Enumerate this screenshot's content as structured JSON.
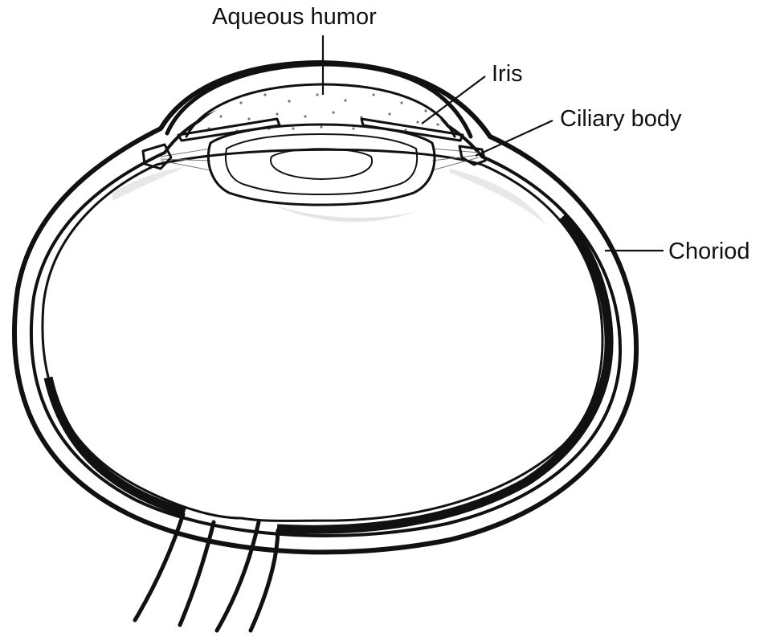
{
  "labels": {
    "aqueous_humor": "Aqueous humor",
    "iris": "Iris",
    "ciliary_body": "Ciliary body",
    "choroid": "Choriod"
  },
  "colors": {
    "ink": "#111111",
    "vitreous_fill": "#c9c9c9",
    "highlight": "#e2e2e2",
    "paper": "#ffffff"
  }
}
